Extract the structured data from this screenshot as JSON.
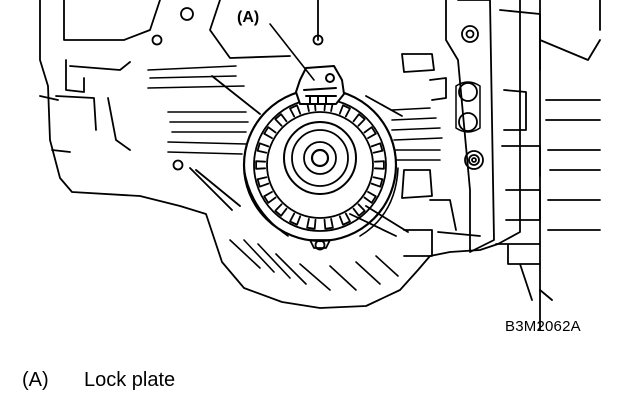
{
  "diagram": {
    "callout": "(A)",
    "figure_code": "B3M2062A",
    "legend": [
      {
        "key": "(A)",
        "label": "Lock plate"
      }
    ]
  }
}
